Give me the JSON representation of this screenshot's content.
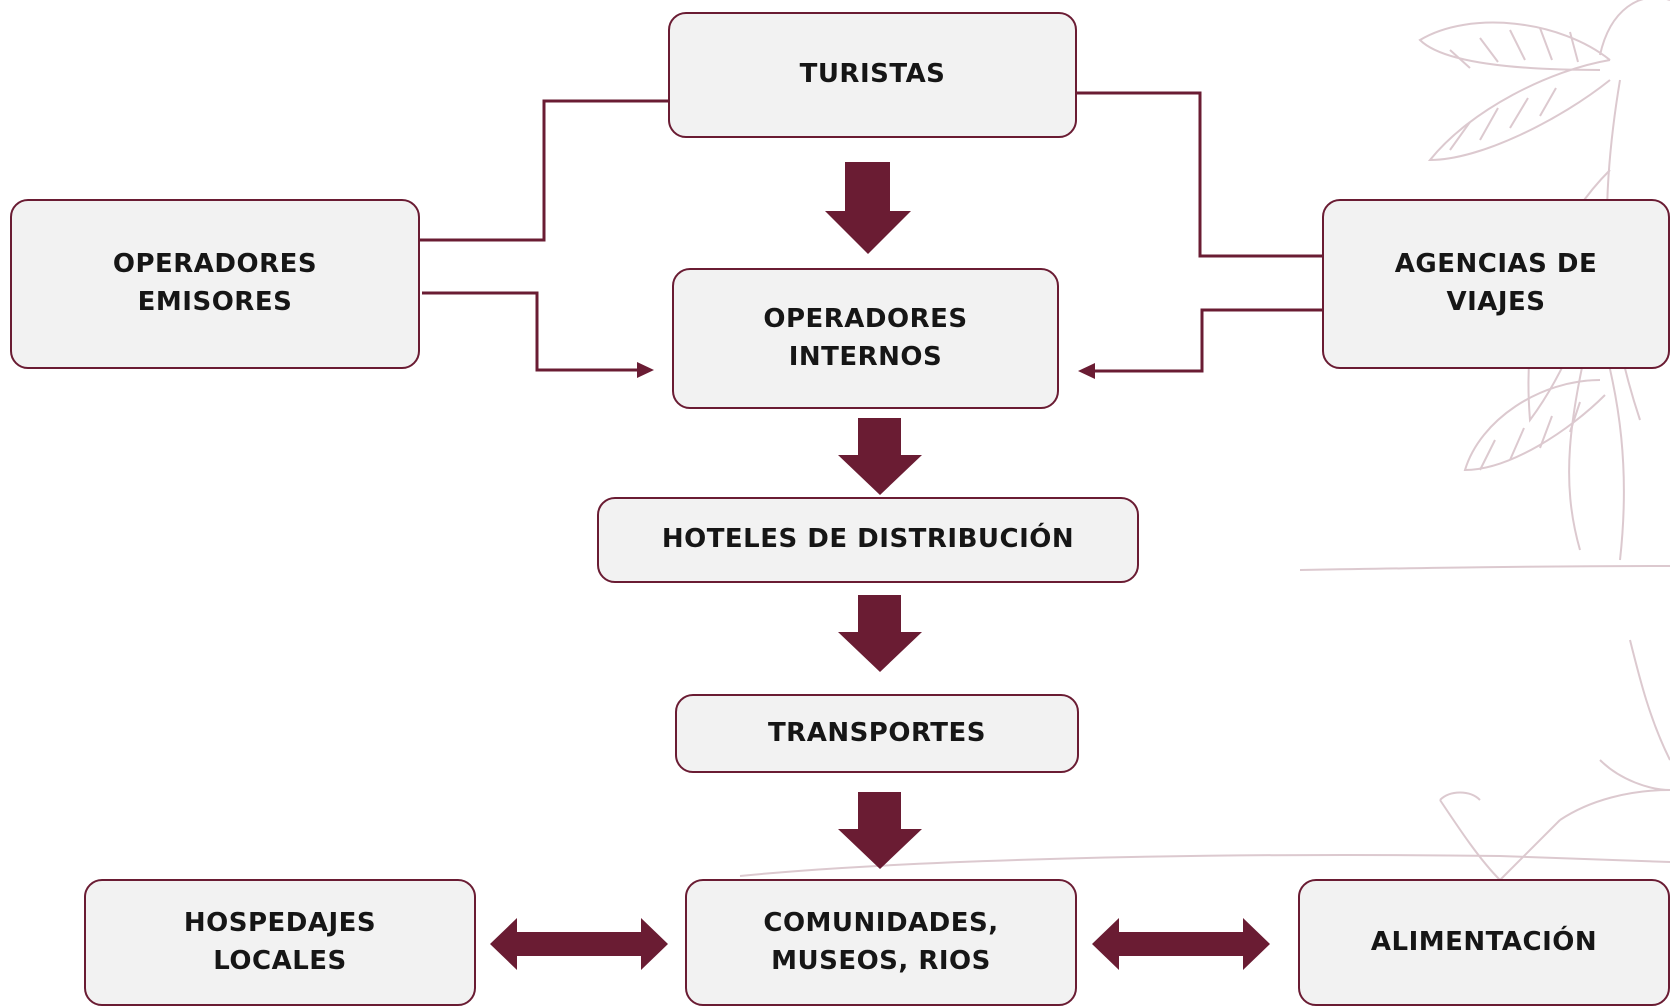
{
  "colors": {
    "accent": "#6a1c33",
    "box_fill": "#f2f2f2",
    "text": "#161616",
    "decoration": "#dcc9cf"
  },
  "decorations": [
    "palm-leaf-illustration",
    "island-outline"
  ],
  "nodes": {
    "turistas": {
      "label": "TURISTAS"
    },
    "operadores_emisores": {
      "lines": [
        "OPERADORES",
        "EMISORES"
      ]
    },
    "agencias_de_viajes": {
      "lines": [
        "AGENCIAS DE",
        "VIAJES"
      ]
    },
    "operadores_internos": {
      "lines": [
        "OPERADORES",
        "INTERNOS"
      ]
    },
    "hoteles_de_distribucion": {
      "label": "HOTELES DE DISTRIBUCIÓN"
    },
    "transportes": {
      "label": "TRANSPORTES"
    },
    "hospedajes_locales": {
      "lines": [
        "HOSPEDAJES",
        "LOCALES"
      ]
    },
    "comunidades_museos_rios": {
      "lines": [
        "COMUNIDADES,",
        "MUSEOS, RIOS"
      ]
    },
    "alimentacion": {
      "label": "ALIMENTACIÓN"
    }
  },
  "edges": [
    {
      "from": "TURISTAS",
      "to": "OPERADORES INTERNOS",
      "style": "block-arrow"
    },
    {
      "from": "TURISTAS",
      "to": "OPERADORES EMISORES",
      "style": "line"
    },
    {
      "from": "TURISTAS",
      "to": "AGENCIAS DE VIAJES",
      "style": "line"
    },
    {
      "from": "OPERADORES EMISORES",
      "to": "OPERADORES INTERNOS",
      "style": "arrow"
    },
    {
      "from": "AGENCIAS DE VIAJES",
      "to": "OPERADORES INTERNOS",
      "style": "arrow"
    },
    {
      "from": "OPERADORES INTERNOS",
      "to": "HOTELES DE DISTRIBUCIÓN",
      "style": "block-arrow"
    },
    {
      "from": "HOTELES DE DISTRIBUCIÓN",
      "to": "TRANSPORTES",
      "style": "block-arrow"
    },
    {
      "from": "TRANSPORTES",
      "to": "COMUNIDADES, MUSEOS, RIOS",
      "style": "block-arrow"
    },
    {
      "from": "COMUNIDADES, MUSEOS, RIOS",
      "to": "HOSPEDAJES LOCALES",
      "style": "double-arrow"
    },
    {
      "from": "COMUNIDADES, MUSEOS, RIOS",
      "to": "ALIMENTACIÓN",
      "style": "double-arrow"
    }
  ]
}
